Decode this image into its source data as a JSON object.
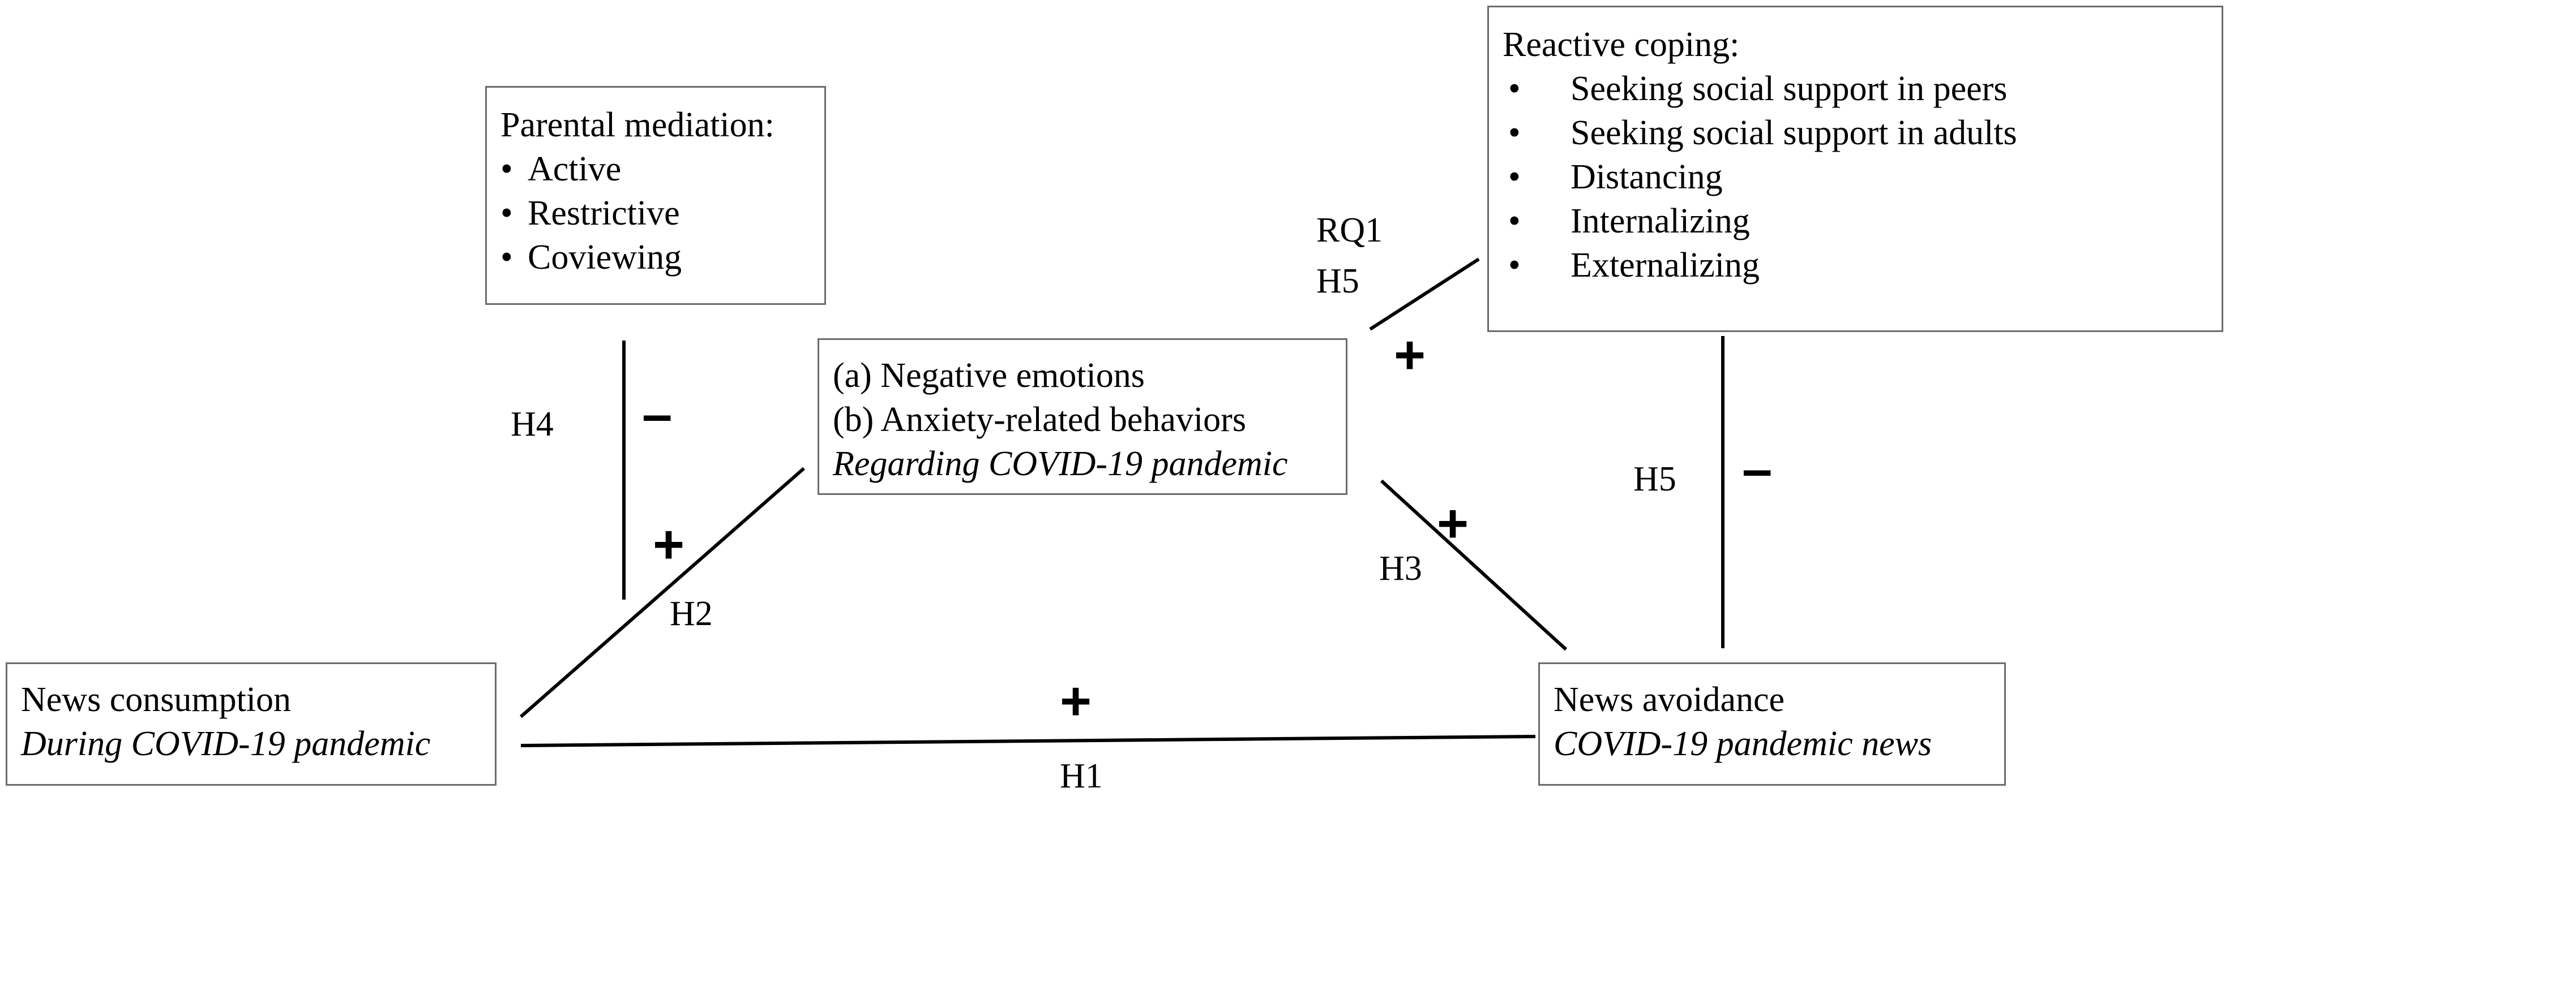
{
  "boxes": {
    "parental_mediation": {
      "title": "Parental mediation:",
      "items": [
        "Active",
        "Restrictive",
        "Coviewing"
      ]
    },
    "reactive_coping": {
      "title": "Reactive coping:",
      "items": [
        "Seeking social support in peers",
        "Seeking social support in adults",
        "Distancing",
        "Internalizing",
        "Externalizing"
      ]
    },
    "emotions": {
      "line_a": "(a) Negative emotions",
      "line_b": "(b) Anxiety-related behaviors",
      "context": "Regarding COVID-19 pandemic"
    },
    "news_consumption": {
      "title": "News consumption",
      "context": "During COVID-19 pandemic"
    },
    "news_avoidance": {
      "title": "News avoidance",
      "context": "COVID-19 pandemic news"
    }
  },
  "bullet_glyph": "•",
  "paths": {
    "h1": {
      "label": "H1",
      "sign": "+"
    },
    "h2": {
      "label": "H2",
      "sign": "+"
    },
    "h3": {
      "label": "H3",
      "sign": "+"
    },
    "h4": {
      "label": "H4",
      "sign": "-"
    },
    "h5_coping_emotions": {
      "label_top": "RQ1",
      "label_bottom": "H5",
      "sign": "+"
    },
    "h5_coping_avoidance": {
      "label": "H5",
      "sign": "-"
    }
  },
  "colors": {
    "line": "#000000",
    "box_border": "#6b6b6b"
  }
}
